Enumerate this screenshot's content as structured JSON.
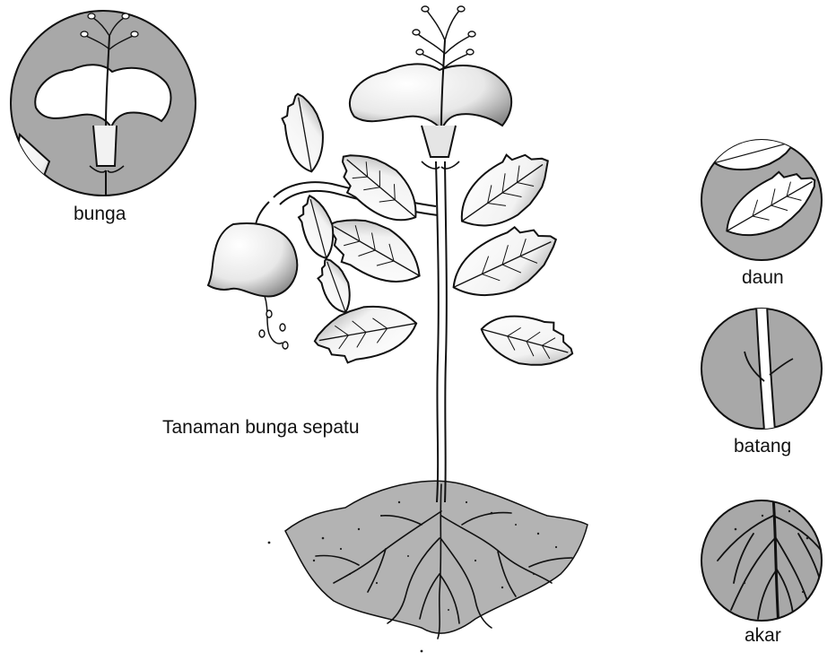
{
  "main_caption": "Tanaman bunga sepatu",
  "parts": {
    "flower": "bunga",
    "leaf": "daun",
    "stem": "batang",
    "root": "akar"
  },
  "colors": {
    "ink": "#111111",
    "gray_fill": "#a8a8a8",
    "soil": "#b3b3b3",
    "paper": "#ffffff"
  },
  "icons": {
    "flower": "hibiscus-flower-icon",
    "leaf": "leaf-icon",
    "stem": "stem-icon",
    "root": "root-icon"
  }
}
